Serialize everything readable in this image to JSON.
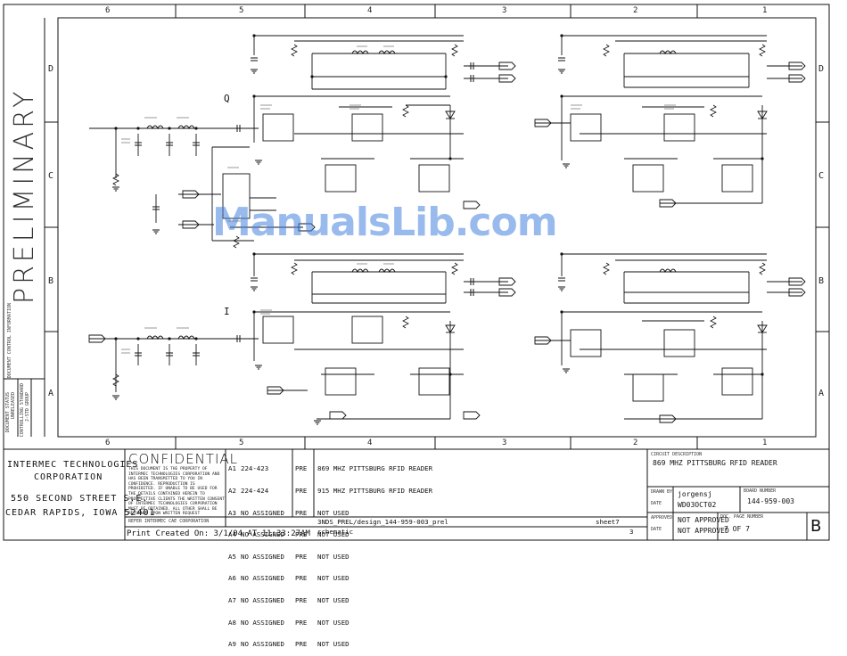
{
  "zones": {
    "columns": [
      "6",
      "5",
      "4",
      "3",
      "2",
      "1"
    ],
    "rows": [
      "D",
      "C",
      "B",
      "A"
    ]
  },
  "side": {
    "preliminary": "PRELIMINARY",
    "document_control": "DOCUMENT CONTROL INFORMATION",
    "doc_status_label": "DOCUMENT STATUS",
    "doc_status_value": "UNRELEASED",
    "controlling_standard_label": "CONTROLLING STANDARD",
    "controlling_standard_value": "J-STD GROUP"
  },
  "schematic": {
    "q_label": "Q",
    "i_label": "I"
  },
  "watermark": "ManualsLib.com",
  "title_block": {
    "company_line1": "INTERMEC TECHNOLOGIES",
    "company_line2": "CORPORATION",
    "address_line1": "550 SECOND STREET S.E.",
    "address_line2": "CEDAR RAPIDS, IOWA 52401",
    "confidential_title": "CONFIDENTIAL",
    "confidential_body": "THIS DOCUMENT IS THE PROPERTY OF\nINTERMEC TECHNOLOGIES CORPORATION AND\nHAS BEEN TRANSMITTED TO YOU IN\nCONFIDENCE. REPRODUCTION IS\nPROHIBITED. IF UNABLE TO BE USED FOR\nTHE DETAILS CONTAINED HEREIN TO\nPROSPECTIVE CLIENTS THE WRITTEN CONSENT\nOF INTERMEC TECHNOLOGIES CORPORATION\nMUST BE OBTAINED. ALL OTHER SHALL BE\nRETURNED UPON WRITTEN REQUEST",
    "confidential_footer": "REFER INTERMEC CAE CORPORATION",
    "assy_codes": [
      "A1",
      "A2",
      "A3",
      "A4",
      "A5",
      "A6",
      "A7",
      "A8",
      "A9"
    ],
    "assy_numbers": [
      "224-423",
      "224-424",
      "NO ASSIGNED",
      "NO ASSIGNED",
      "NO ASSIGNED",
      "NO ASSIGNED",
      "NO ASSIGNED",
      "NO ASSIGNED",
      "NO ASSIGNED"
    ],
    "assy_status": [
      "PRE",
      "PRE",
      "PRE",
      "PRE",
      "PRE",
      "PRE",
      "PRE",
      "PRE",
      "PRE"
    ],
    "assy_desc": [
      "869 MHZ PITTSBURG RFID READER",
      "915 MHZ PITTSBURG RFID READER",
      "NOT USED",
      "NOT USED",
      "NOT USED",
      "NOT USED",
      "NOT USED",
      "NOT USED",
      "NOT USED"
    ],
    "file_path": "3NDS_PREL/design_144-959-003_prel",
    "file_type": "schematic",
    "sheet_label": "sheet7",
    "sheet_value": "3",
    "print_created": "Print Created On: 3/1/04 AT 11:33:27AM",
    "circuit_desc_label": "CIRCUIT DESCRIPTION",
    "circuit_desc": "869 MHZ PITTSBURG RFID READER",
    "drawn_by_label": "DRAWN BY",
    "drawn_by": "jorgensj",
    "date_label": "DATE",
    "date_value": "WD03OCT02",
    "board_number_label": "BOARD NUMBER",
    "board_number": "144-959-003",
    "approved_label": "APPROVED",
    "approved_value": "NOT APPROVED",
    "approved_value2": "NOT APPROVED",
    "approved_date_label": "DATE",
    "page_label": "DOC. PAGE NUMBER",
    "page_value": "7 OF 7",
    "rev": "B"
  }
}
